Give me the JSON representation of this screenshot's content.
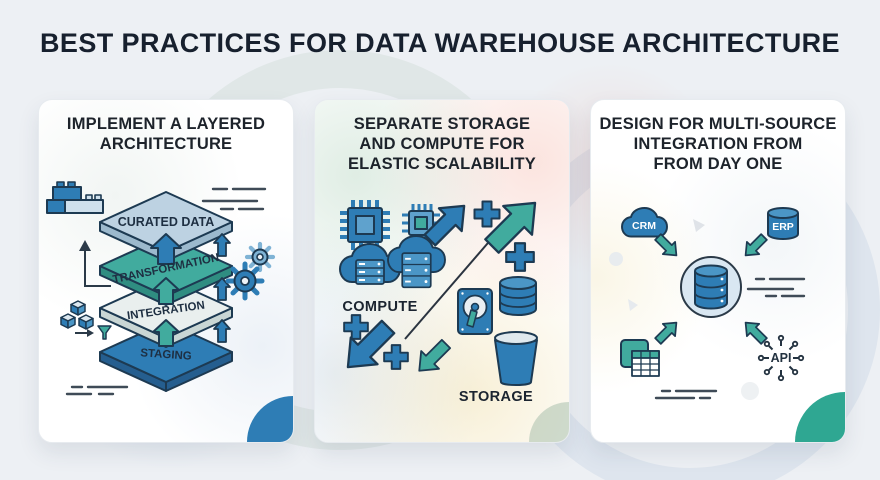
{
  "header": {
    "title": "BEST PRACTICES FOR DATA WAREHOUSE ARCHITECTURE"
  },
  "cards": [
    {
      "heading_lines": [
        "IMPLEMENT A LAYERED",
        "ARCHITECTURE"
      ],
      "layers": [
        "CURATED DATA",
        "TRANSFORMATION",
        "INTEGRATION",
        "STAGING"
      ]
    },
    {
      "heading_lines": [
        "SEPARATE STORAGE",
        "AND COMPUTE FOR",
        "ELASTIC SCALABILITY"
      ],
      "compute_label": "COMPUTE",
      "storage_label": "STORAGE"
    },
    {
      "heading_lines": [
        "DESIGN FOR MULTI-SOURCE",
        "INTEGRATION FROM",
        "FROM DAY ONE"
      ],
      "sources": {
        "crm": "CRM",
        "erp": "ERP",
        "api": "API"
      }
    }
  ],
  "colors": {
    "bg": "#edf0f4",
    "card": "#ffffff",
    "navy": "#17202e",
    "ink": "#1d232b",
    "outline": "#1d3a52",
    "blue": "#2e7db5",
    "blue_mid": "#4b96c6",
    "blue_side": "#255e8f",
    "teal": "#41ab9e",
    "teal_side": "#2f8d81",
    "light_blue": "#bdd2e2",
    "light_blue_side": "#9cb9cd",
    "layer_light": "#e9efee",
    "layer_light_side": "#c9d6d4",
    "dash": "#3f4b57"
  }
}
